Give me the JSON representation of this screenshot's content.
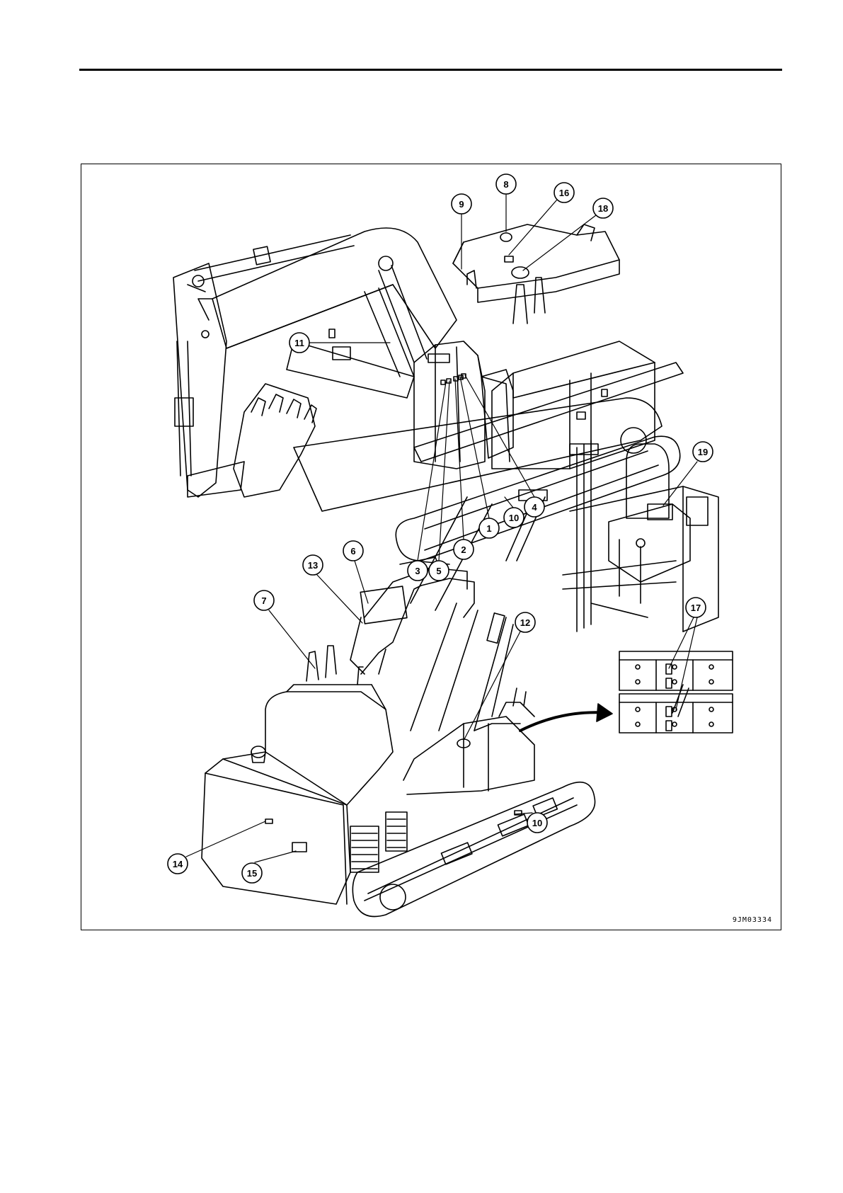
{
  "figure": {
    "code": "9JM03334",
    "callouts": [
      "1",
      "2",
      "3",
      "4",
      "5",
      "6",
      "7",
      "8",
      "9",
      "10",
      "10",
      "11",
      "12",
      "13",
      "14",
      "15",
      "16",
      "17",
      "18",
      "19"
    ]
  }
}
